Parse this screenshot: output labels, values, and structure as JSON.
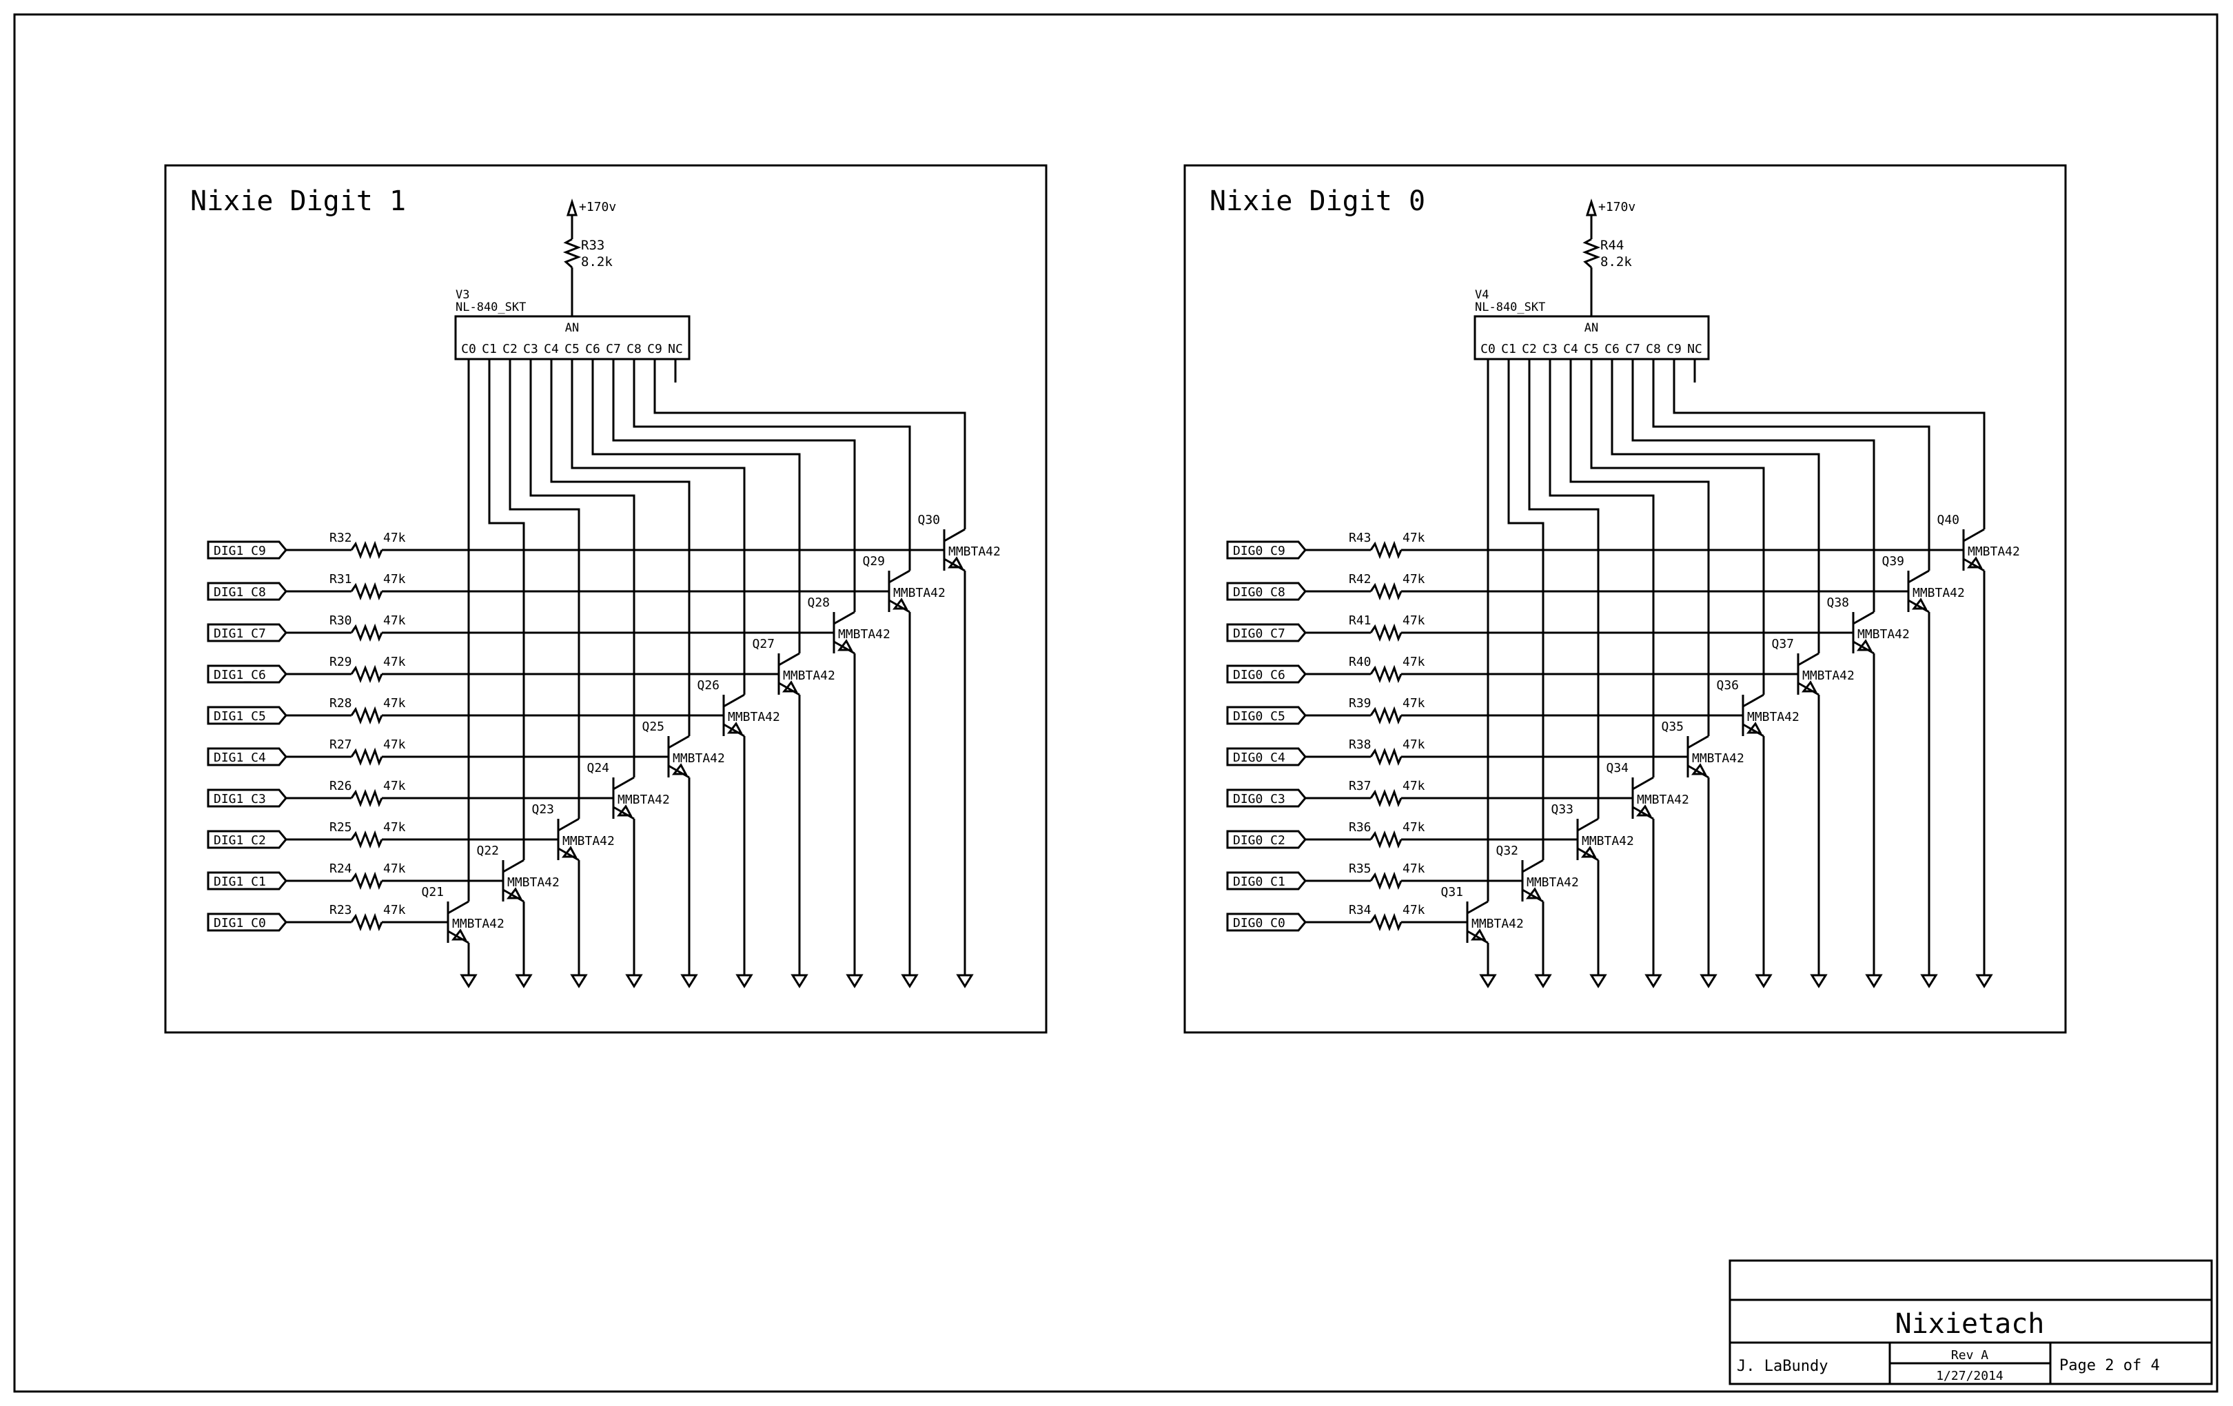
{
  "title_block": {
    "project": "Nixietach",
    "author": "J. LaBundy",
    "revision": "Rev A",
    "date": "1/27/2014",
    "page": "Page 2 of 4"
  },
  "panels": [
    {
      "title": "Nixie Digit 1",
      "tube": {
        "ref": "V3",
        "part": "NL-840_SKT",
        "anode_label": "AN",
        "pins": [
          "C0",
          "C1",
          "C2",
          "C3",
          "C4",
          "C5",
          "C6",
          "C7",
          "C8",
          "C9",
          "NC"
        ]
      },
      "supply": "+170v",
      "anode_resistor": {
        "ref": "R33",
        "value": "8.2k"
      },
      "channels": [
        {
          "net": "DIG1_C0",
          "resistor": "R23",
          "value": "47k",
          "transistor": "Q21",
          "part": "MMBTA42"
        },
        {
          "net": "DIG1_C1",
          "resistor": "R24",
          "value": "47k",
          "transistor": "Q22",
          "part": "MMBTA42"
        },
        {
          "net": "DIG1_C2",
          "resistor": "R25",
          "value": "47k",
          "transistor": "Q23",
          "part": "MMBTA42"
        },
        {
          "net": "DIG1_C3",
          "resistor": "R26",
          "value": "47k",
          "transistor": "Q24",
          "part": "MMBTA42"
        },
        {
          "net": "DIG1_C4",
          "resistor": "R27",
          "value": "47k",
          "transistor": "Q25",
          "part": "MMBTA42"
        },
        {
          "net": "DIG1_C5",
          "resistor": "R28",
          "value": "47k",
          "transistor": "Q26",
          "part": "MMBTA42"
        },
        {
          "net": "DIG1_C6",
          "resistor": "R29",
          "value": "47k",
          "transistor": "Q27",
          "part": "MMBTA42"
        },
        {
          "net": "DIG1_C7",
          "resistor": "R30",
          "value": "47k",
          "transistor": "Q28",
          "part": "MMBTA42"
        },
        {
          "net": "DIG1_C8",
          "resistor": "R31",
          "value": "47k",
          "transistor": "Q29",
          "part": "MMBTA42"
        },
        {
          "net": "DIG1_C9",
          "resistor": "R32",
          "value": "47k",
          "transistor": "Q30",
          "part": "MMBTA42"
        }
      ]
    },
    {
      "title": "Nixie Digit 0",
      "tube": {
        "ref": "V4",
        "part": "NL-840_SKT",
        "anode_label": "AN",
        "pins": [
          "C0",
          "C1",
          "C2",
          "C3",
          "C4",
          "C5",
          "C6",
          "C7",
          "C8",
          "C9",
          "NC"
        ]
      },
      "supply": "+170v",
      "anode_resistor": {
        "ref": "R44",
        "value": "8.2k"
      },
      "channels": [
        {
          "net": "DIG0_C0",
          "resistor": "R34",
          "value": "47k",
          "transistor": "Q31",
          "part": "MMBTA42"
        },
        {
          "net": "DIG0_C1",
          "resistor": "R35",
          "value": "47k",
          "transistor": "Q32",
          "part": "MMBTA42"
        },
        {
          "net": "DIG0_C2",
          "resistor": "R36",
          "value": "47k",
          "transistor": "Q33",
          "part": "MMBTA42"
        },
        {
          "net": "DIG0_C3",
          "resistor": "R37",
          "value": "47k",
          "transistor": "Q34",
          "part": "MMBTA42"
        },
        {
          "net": "DIG0_C4",
          "resistor": "R38",
          "value": "47k",
          "transistor": "Q35",
          "part": "MMBTA42"
        },
        {
          "net": "DIG0_C5",
          "resistor": "R39",
          "value": "47k",
          "transistor": "Q36",
          "part": "MMBTA42"
        },
        {
          "net": "DIG0_C6",
          "resistor": "R40",
          "value": "47k",
          "transistor": "Q37",
          "part": "MMBTA42"
        },
        {
          "net": "DIG0_C7",
          "resistor": "R41",
          "value": "47k",
          "transistor": "Q38",
          "part": "MMBTA42"
        },
        {
          "net": "DIG0_C8",
          "resistor": "R42",
          "value": "47k",
          "transistor": "Q39",
          "part": "MMBTA42"
        },
        {
          "net": "DIG0_C9",
          "resistor": "R43",
          "value": "47k",
          "transistor": "Q40",
          "part": "MMBTA42"
        }
      ]
    }
  ]
}
